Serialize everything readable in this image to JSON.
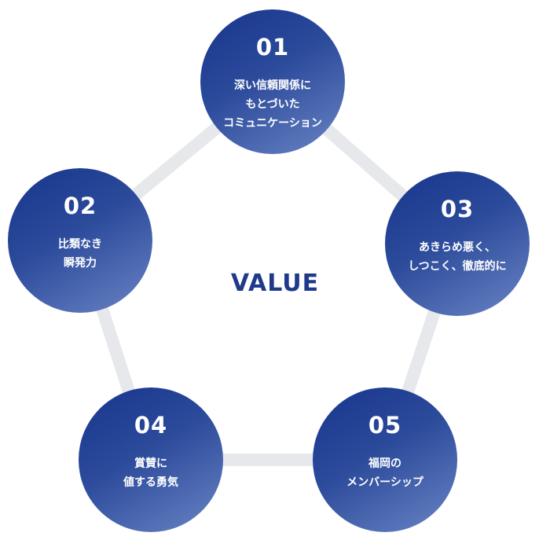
{
  "center": {
    "label": "VALUE"
  },
  "values": [
    {
      "number": "01",
      "label": "深い信頼関係に\nもとづいた\nコミュニケーション"
    },
    {
      "number": "02",
      "label": "比類なき\n瞬発力"
    },
    {
      "number": "03",
      "label": "あきらめ悪く、\nしつこく、徹底的に"
    },
    {
      "number": "04",
      "label": "賞賛に\n値する勇気"
    },
    {
      "number": "05",
      "label": "福岡の\nメンバーシップ"
    }
  ],
  "colors": {
    "circle_dark": "#17358c",
    "circle_light": "#6a84c4",
    "connector": "#e6e8eb",
    "center_text": "#1f3a8a"
  }
}
